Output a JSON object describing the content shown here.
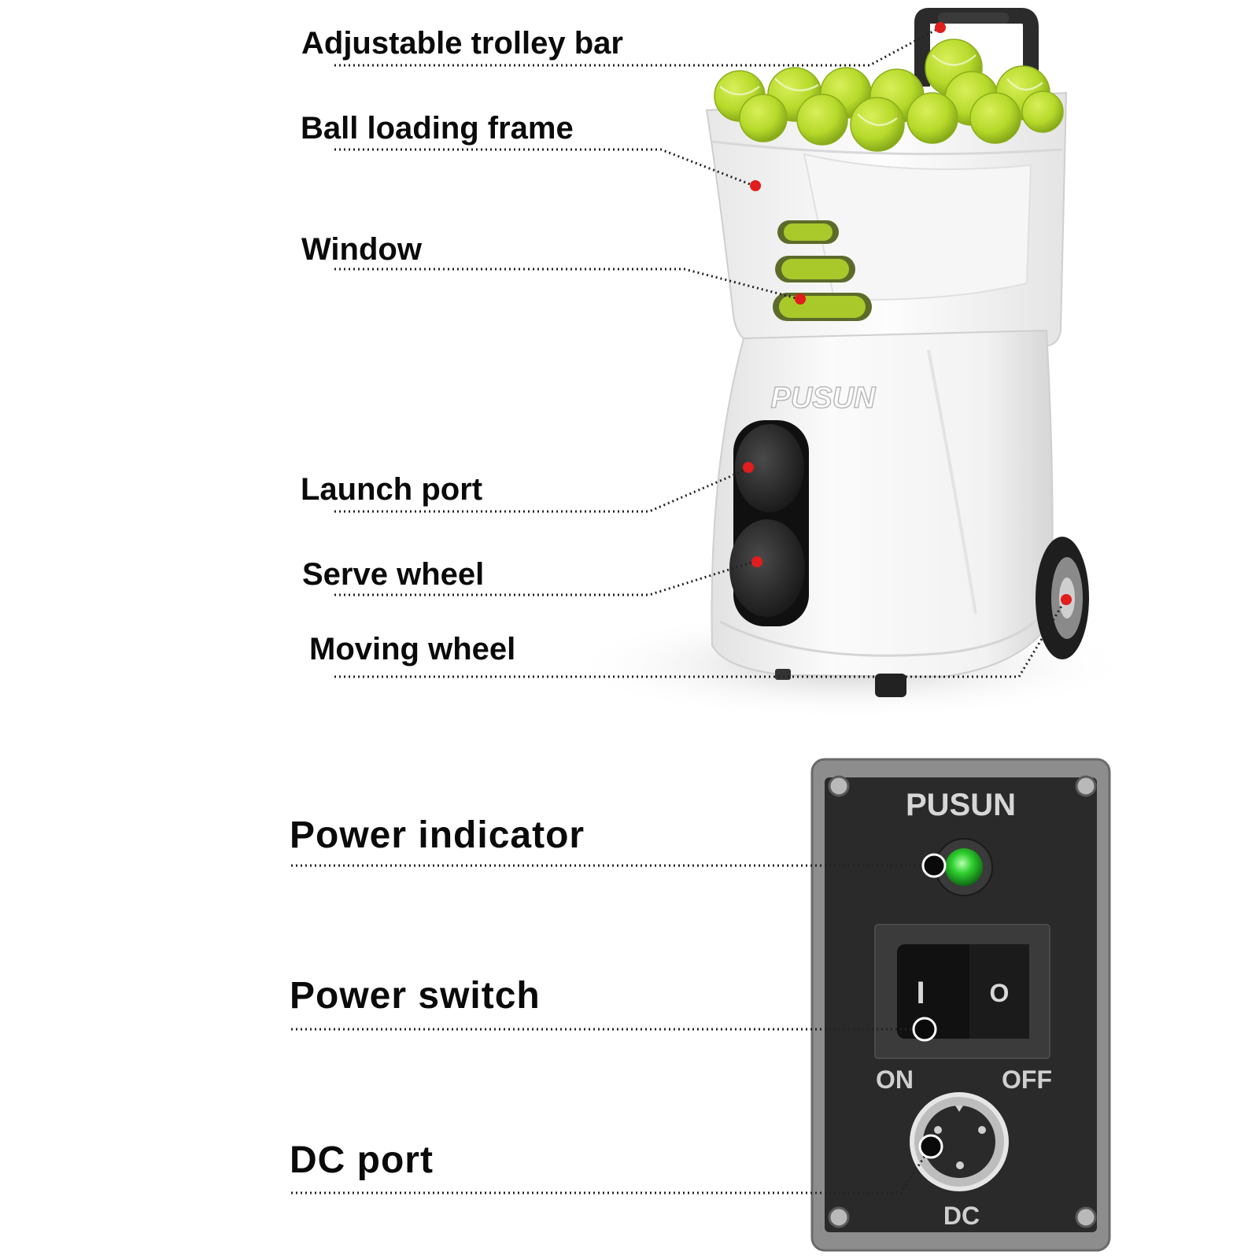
{
  "machine_callouts": [
    {
      "id": "trolley-bar",
      "label": "Adjustable trolley bar"
    },
    {
      "id": "ball-loading-frame",
      "label": "Ball loading frame"
    },
    {
      "id": "window",
      "label": "Window"
    },
    {
      "id": "launch-port",
      "label": "Launch port"
    },
    {
      "id": "serve-wheel",
      "label": "Serve wheel"
    },
    {
      "id": "moving-wheel",
      "label": "Moving wheel"
    }
  ],
  "panel_callouts": [
    {
      "id": "power-indicator",
      "label": "Power indicator"
    },
    {
      "id": "power-switch",
      "label": "Power switch"
    },
    {
      "id": "dc-port",
      "label": "DC port"
    }
  ],
  "brand": {
    "machine_logo": "PUSUN",
    "panel_logo": "PUSUN"
  },
  "panel": {
    "switch_on_symbol": "I",
    "switch_off_symbol": "O",
    "on_label": "ON",
    "off_label": "OFF",
    "port_label": "DC"
  },
  "colors": {
    "ball": "#b6d92a",
    "marker": "#e11d1d",
    "indicator": "#2fcf2f",
    "panel": "#2a2a2a"
  }
}
